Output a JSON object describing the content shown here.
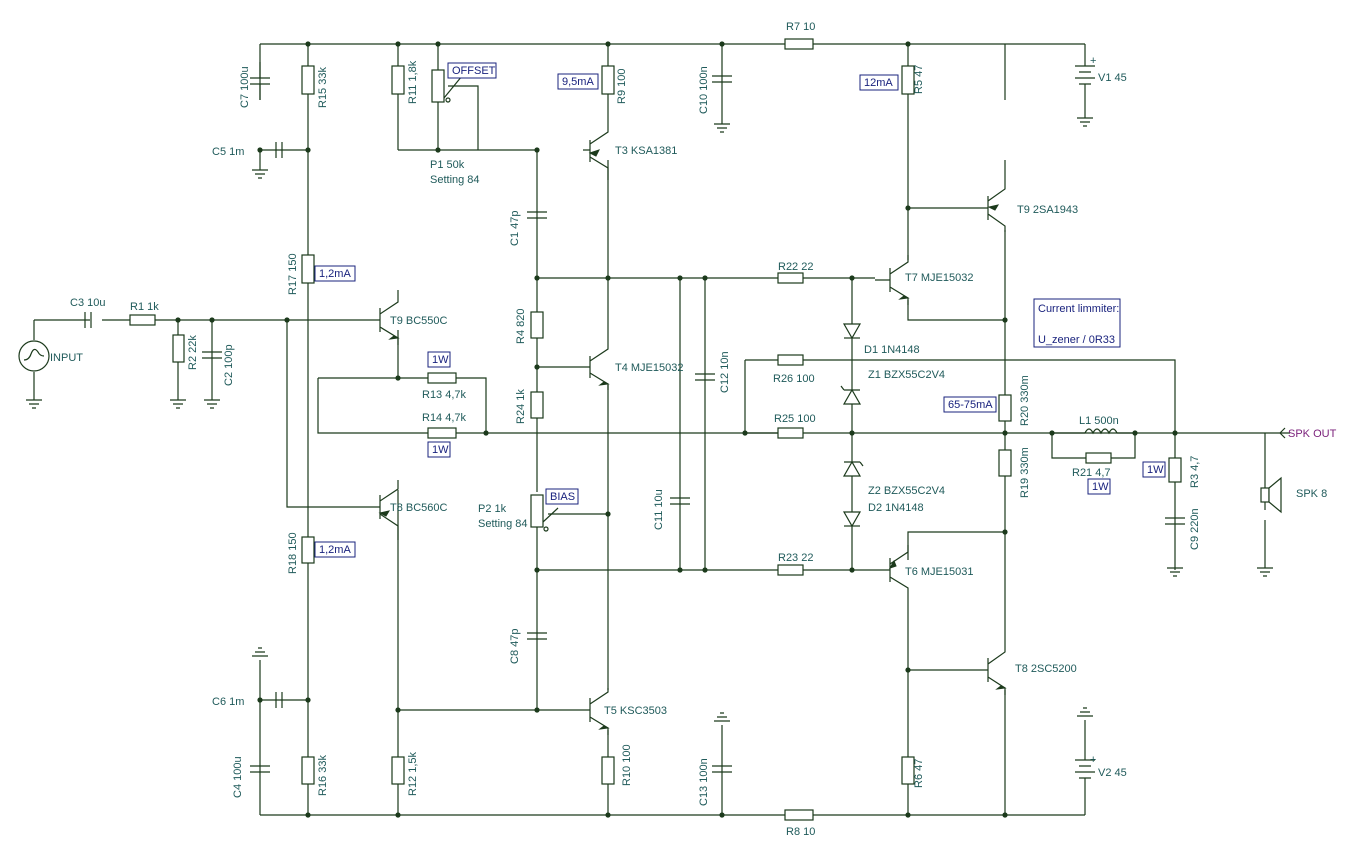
{
  "colors": {
    "wire": "#1c3a1c",
    "label": "#1f5a5a",
    "annotation": "#1a237e",
    "port": "#7a1f7a"
  },
  "labels": {
    "c7": "C7 100u",
    "r15": "R15 33k",
    "r11": "R11 1,8k",
    "offset": "OFFSET",
    "ia_95": "9,5mA",
    "r9": "R9 100",
    "c10": "C10 100n",
    "r7": "R7 10",
    "ia_12": "12mA",
    "r5": "R5 47",
    "v1": "V1 45",
    "plus1": "+",
    "c5": "C5 1m",
    "p1": "P1 50k",
    "p1set": "Setting 84",
    "t3": "T3 KSA1381",
    "t9_out": "T9 2SA1943",
    "c1": "C1 47p",
    "r17": "R17 150",
    "ia_12a": "1,2mA",
    "r22": "R22 22",
    "t7": "T7 MJE15032",
    "cur1": "Current limmiter:",
    "cur2": "U_zener / 0R33",
    "c3": "C3 10u",
    "r1": "R1 1k",
    "input": "INPUT",
    "r2": "R2 22k",
    "c2": "C2 100p",
    "t9_in": "T9 BC550C",
    "r4": "R4 820",
    "d1": "D1 1N4148",
    "w1": "1W",
    "r13": "R13 4,7k",
    "t4": "T4 MJE15032",
    "c12": "C12 10n",
    "r26": "R26 100",
    "z1": "Z1 BZX55C2V4",
    "r24": "R24 1k",
    "r14": "R14 4,7k",
    "r25": "R25 100",
    "ia_6575": "65-75mA",
    "r20": "R20 330m",
    "l1": "L1 500n",
    "spkout": "SPK OUT",
    "w2": "1W",
    "r21": "R21 4,7",
    "w3": "1W",
    "w4": "1W",
    "r19": "R19 330m",
    "r3": "R3 4,7",
    "bias": "BIAS",
    "c11": "C11 10u",
    "z2": "Z2 BZX55C2V4",
    "d2": "D2 1N4148",
    "t8_in": "T8 BC560C",
    "p2": "P2 1k",
    "p2set": "Setting 84",
    "spk": "SPK 8",
    "c9": "C9 220n",
    "r18": "R18 150",
    "ia_12b": "1,2mA",
    "r23": "R23 22",
    "t6": "T6 MJE15031",
    "c8": "C8 47p",
    "t8_out": "T8 2SC5200",
    "c6": "C6 1m",
    "t5": "T5 KSC3503",
    "c4": "C4 100u",
    "r16": "R16 33k",
    "r12": "R12 1,5k",
    "r10": "R10 100",
    "c13": "C13 100n",
    "r6": "R6 47",
    "v2": "V2 45",
    "plus2": "+",
    "r8": "R8 10"
  }
}
